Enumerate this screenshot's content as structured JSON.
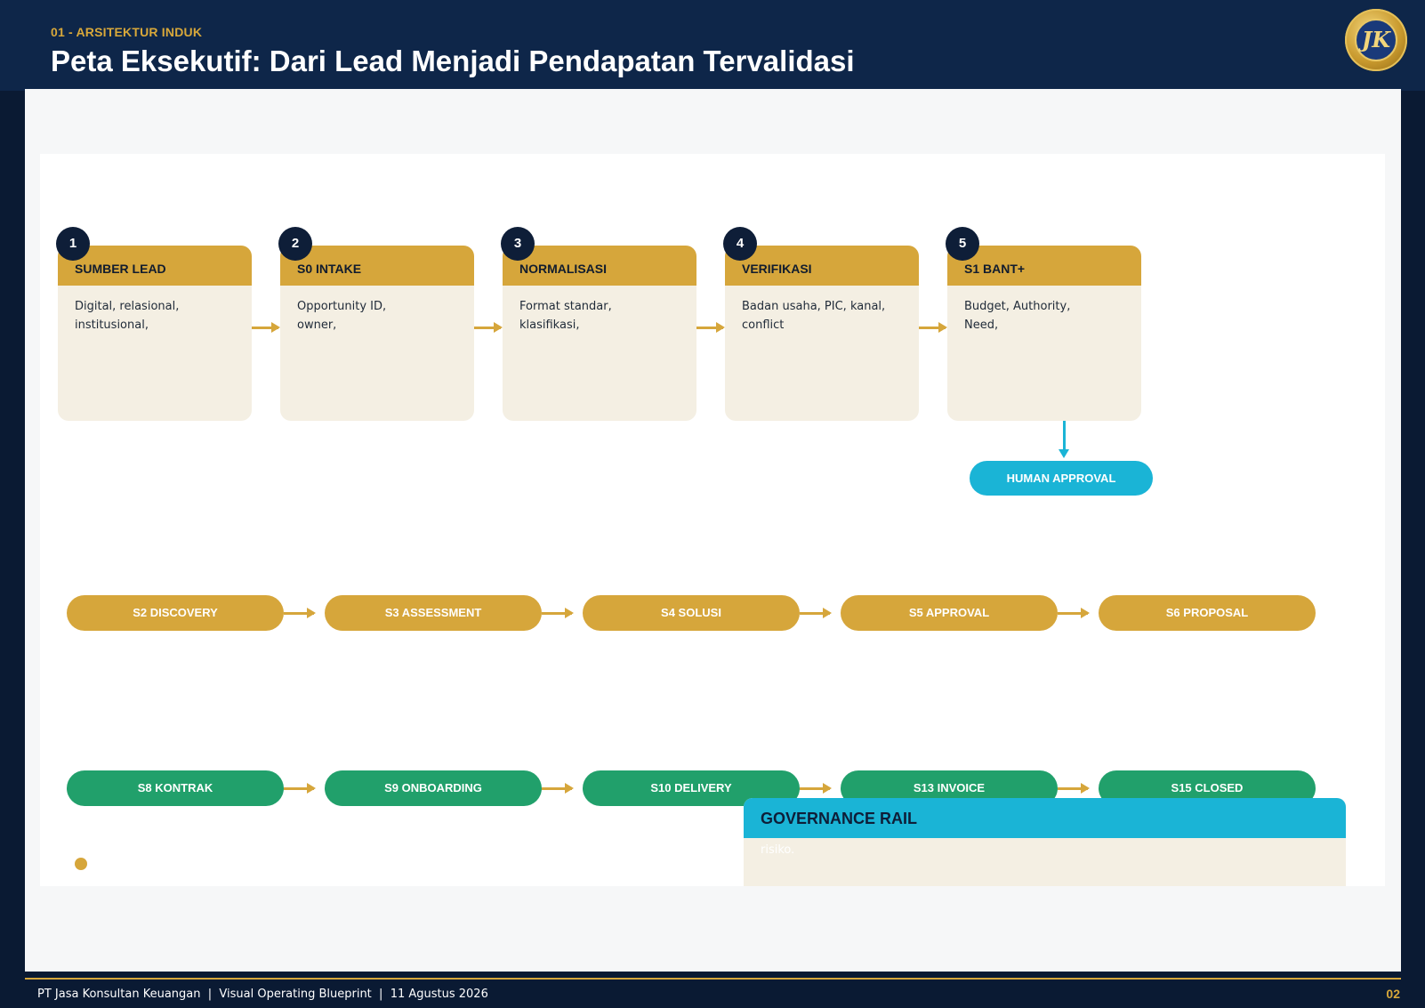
{
  "header": {
    "kicker": "01 - ARSITEKTUR INDUK",
    "title": "Peta Eksekutif: Dari Lead Menjadi Pendapatan Tervalidasi",
    "logo_icon": "company-seal-icon",
    "logo_mark": "JK"
  },
  "stages": [
    {
      "number": "1",
      "title": "SUMBER LEAD",
      "body": "Digital, relasional,\ninstitusional,"
    },
    {
      "number": "2",
      "title": "S0 INTAKE",
      "body": "Opportunity ID,\nowner,"
    },
    {
      "number": "3",
      "title": "NORMALISASI",
      "body": "Format standar,\nklasifikasi,"
    },
    {
      "number": "4",
      "title": "VERIFIKASI",
      "body": "Badan usaha, PIC, kanal,\nconflict"
    },
    {
      "number": "5",
      "title": "S1 BANT+",
      "body": "Budget, Authority,\nNeed,"
    }
  ],
  "approval_label": "HUMAN APPROVAL",
  "row2": [
    "S2 DISCOVERY",
    "S3 ASSESSMENT",
    "S4 SOLUSI",
    "S5 APPROVAL",
    "S6 PROPOSAL"
  ],
  "row3": [
    "S8 KONTRAK",
    "S9 ONBOARDING",
    "S10 DELIVERY",
    "S13 INVOICE",
    "S15 CLOSED"
  ],
  "governance": {
    "title": "GOVERNANCE RAIL",
    "body": "risiko."
  },
  "footer": {
    "text": "PT Jasa Konsultan Keuangan  |  Visual Operating Blueprint  |  11 Agustus 2026",
    "page": "02"
  },
  "colors": {
    "navy": "#0e2649",
    "gold": "#d6a63b",
    "green": "#21a06b",
    "cyan": "#1ab4d6",
    "cream": "#f4efe3"
  }
}
